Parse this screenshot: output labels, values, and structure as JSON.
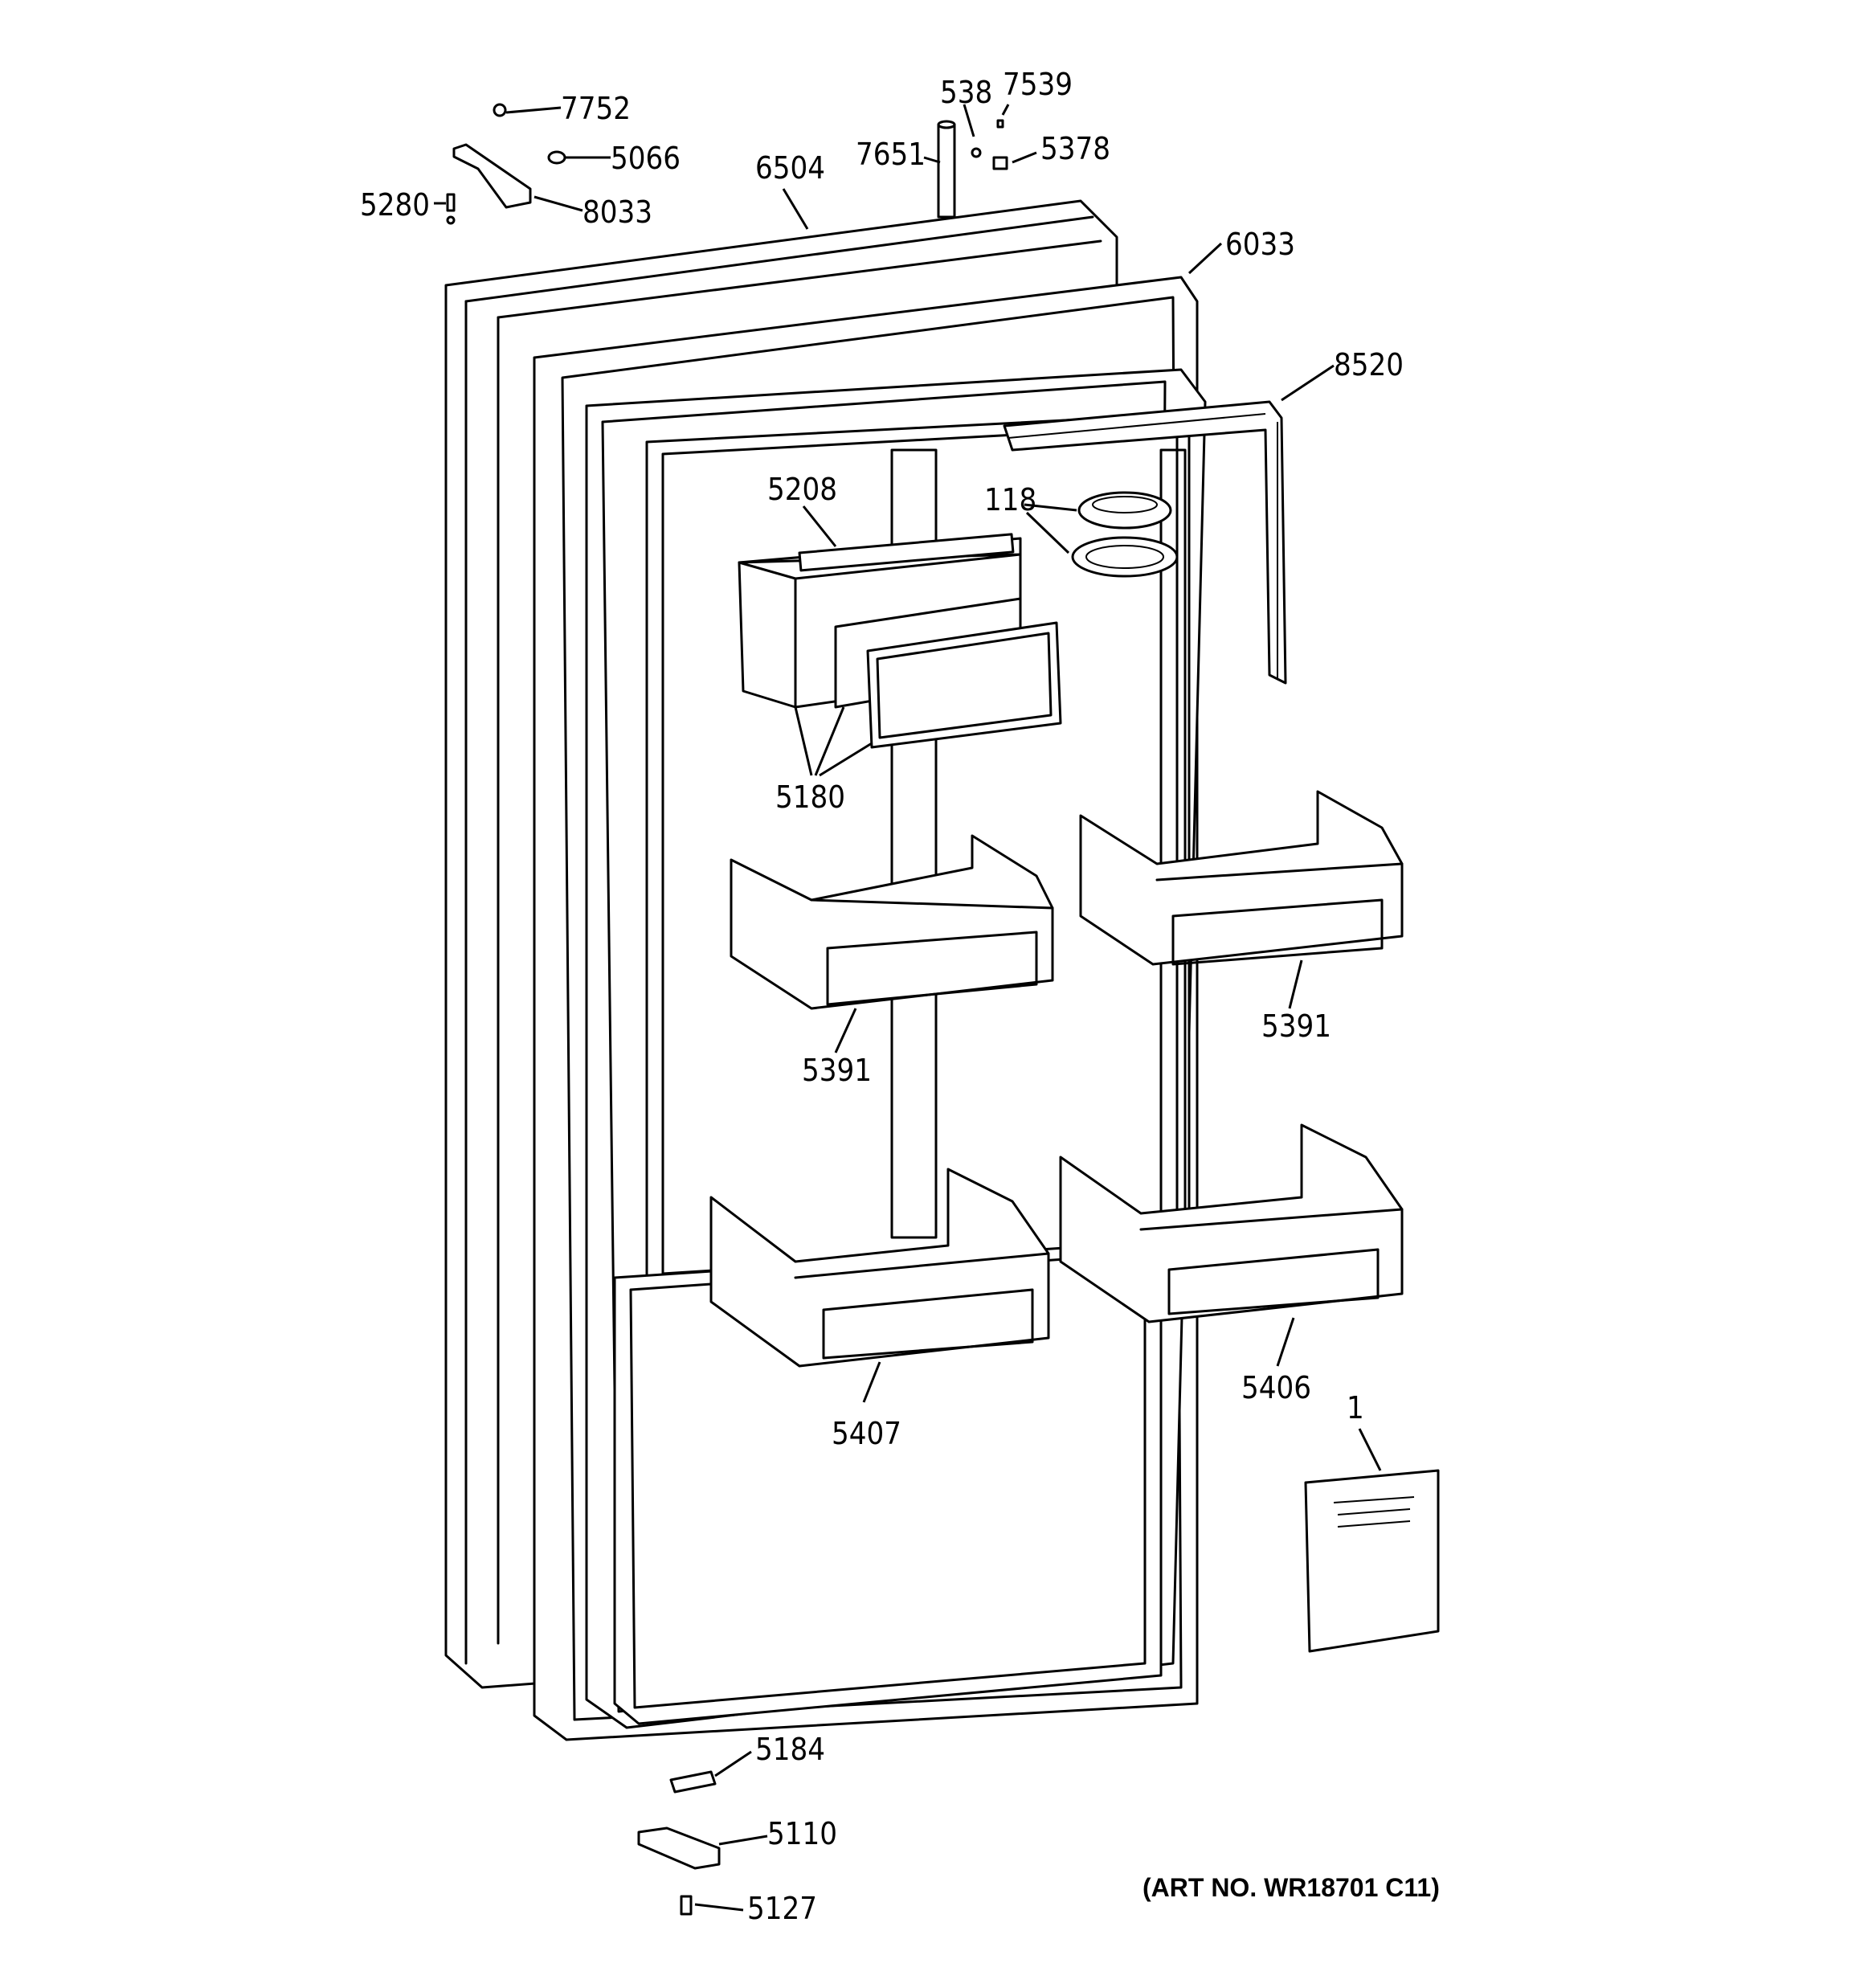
{
  "labels": {
    "p7752": "7752",
    "p5066": "5066",
    "p5280": "5280",
    "p8033": "8033",
    "p6504": "6504",
    "p7651": "7651",
    "p538": "538",
    "p7539": "7539",
    "p5378": "5378",
    "p6033": "6033",
    "p8520": "8520",
    "p5208": "5208",
    "p118": "118",
    "p5180": "5180",
    "p5391a": "5391",
    "p5391b": "5391",
    "p5407": "5407",
    "p5406": "5406",
    "p1": "1",
    "p5184": "5184",
    "p5110": "5110",
    "p5127": "5127"
  },
  "art_number": "(ART NO. WR18701 C11)"
}
